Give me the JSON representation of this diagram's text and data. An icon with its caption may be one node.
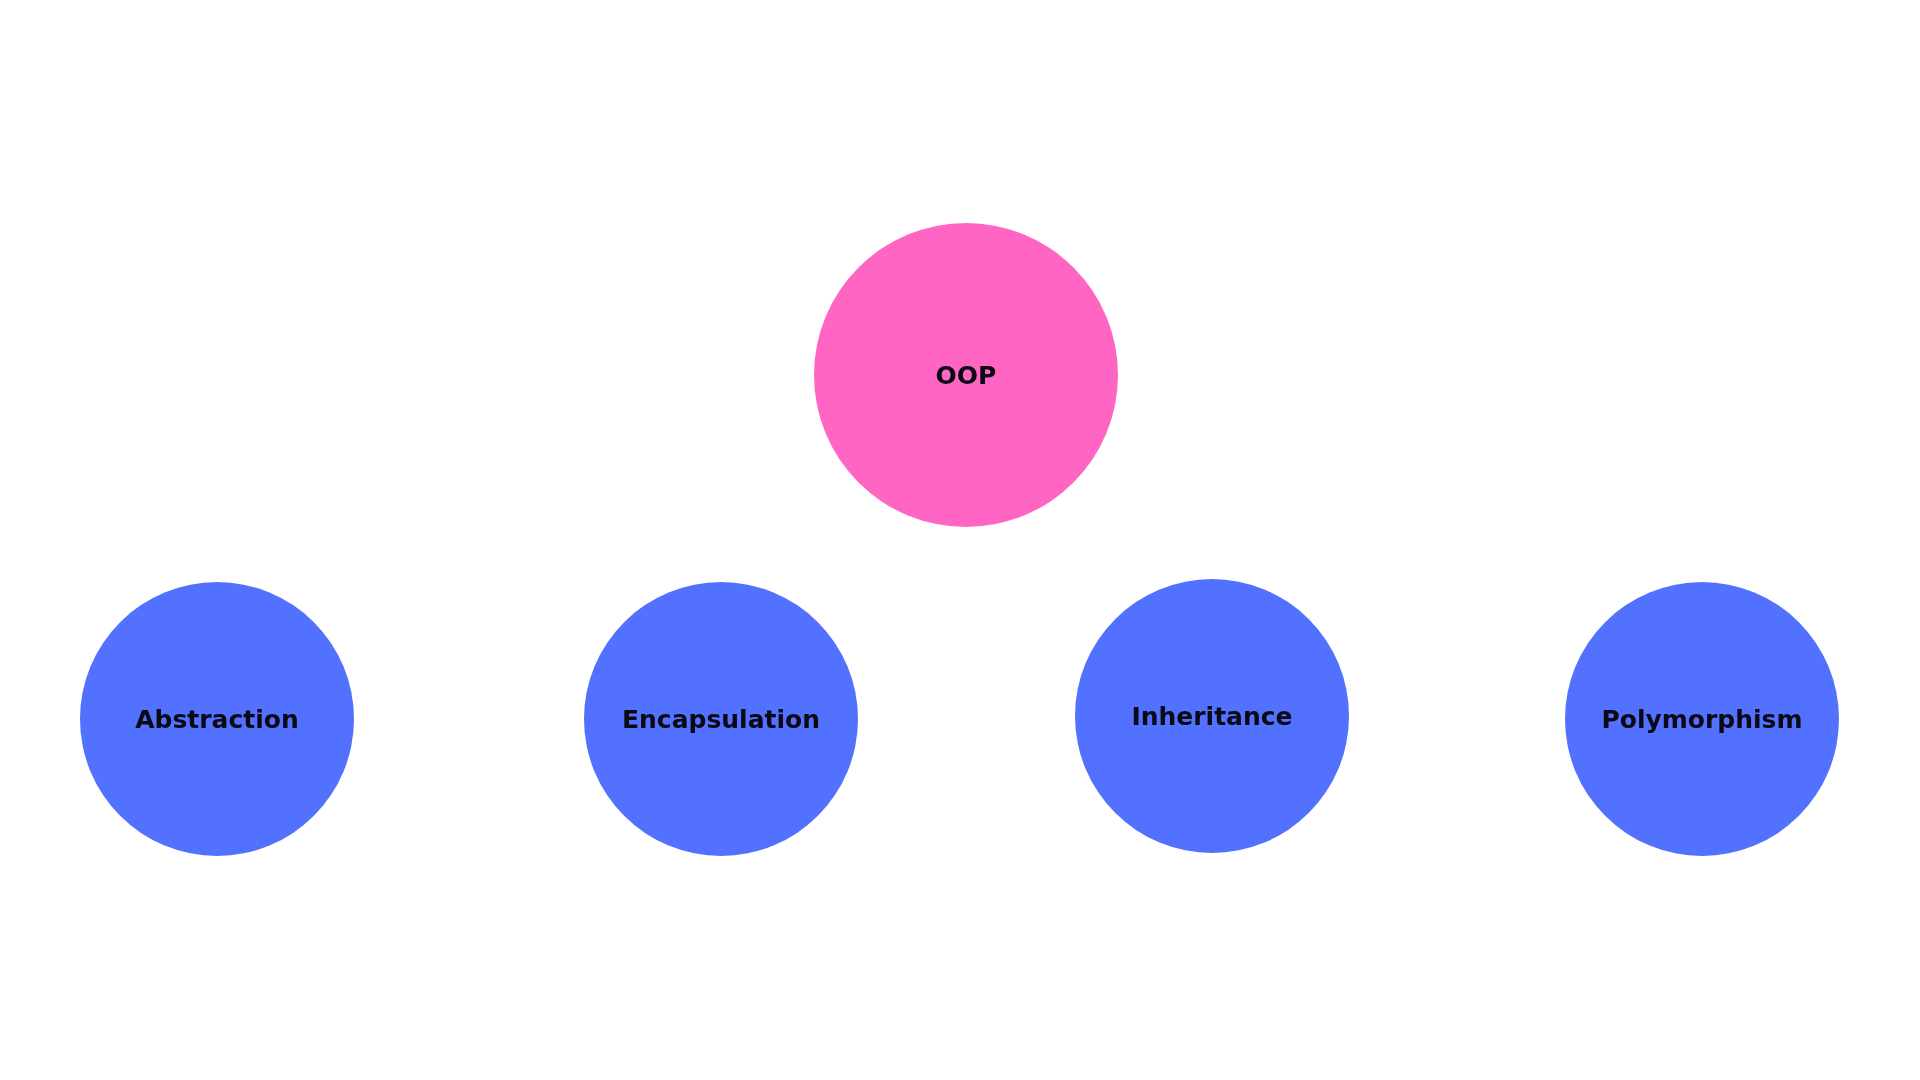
{
  "diagram": {
    "nodes": [
      {
        "text": [
          "OOP"
        ]
      },
      {
        "text": [
          "Abstraction"
        ]
      },
      {
        "text": [
          "Encapsulation"
        ]
      },
      {
        "text": [
          "Inheritance"
        ]
      },
      {
        "text": [
          "Polymorphism"
        ]
      }
    ]
  }
}
